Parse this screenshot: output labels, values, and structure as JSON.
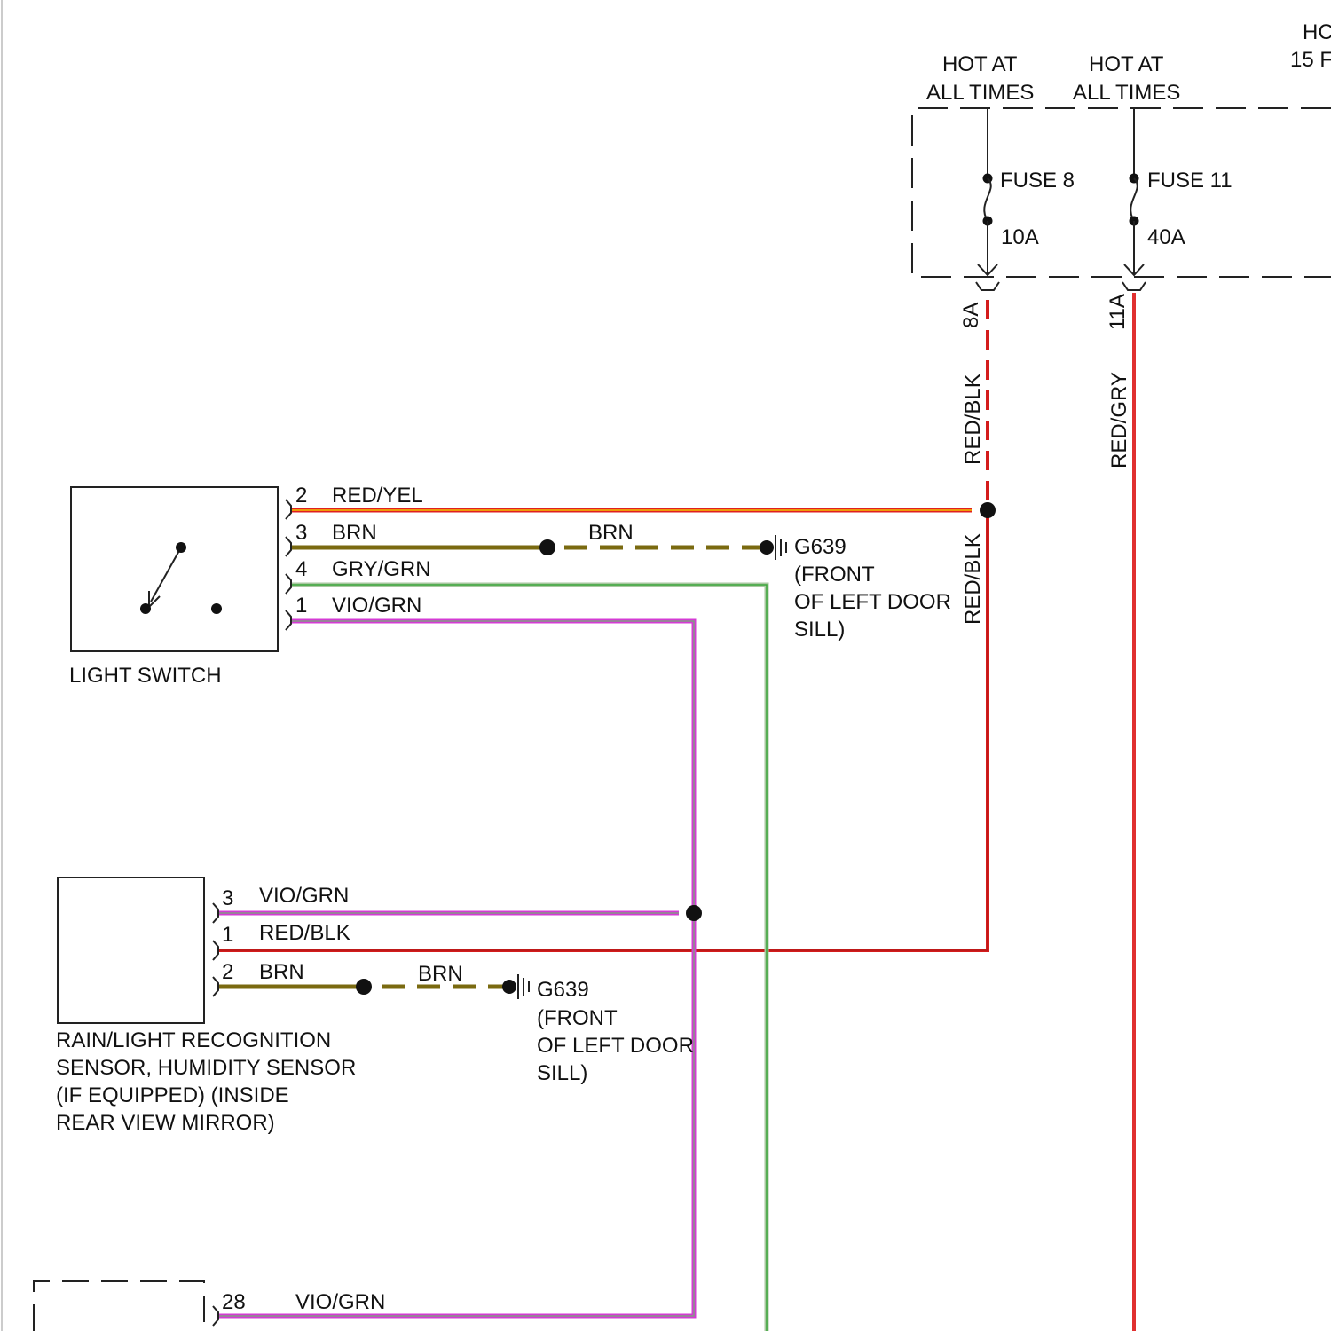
{
  "power": {
    "hot1_line1": "HOT AT",
    "hot1_line2": "ALL TIMES",
    "hot2_line1": "HOT AT",
    "hot2_line2": "ALL TIMES",
    "hot3_line1": "HC",
    "hot3_line2": "15 F",
    "fuse8_label": "FUSE 8",
    "fuse8_rating": "10A",
    "fuse11_label": "FUSE 11",
    "fuse11_rating": "40A",
    "fuse8_terminal": "8A",
    "fuse11_terminal": "11A"
  },
  "wire_colors": {
    "red_yel": "#e02020",
    "red_yel_stripe": "#f2c200",
    "brn": "#7a6a10",
    "gry_grn": "#a9c7a0",
    "gry_grn_stripe": "#3aa63a",
    "vio_grn": "#d43bd4",
    "vio_grn_stripe": "#5cc85c",
    "red_blk": "#d41c1c",
    "red_gry": "#e03030"
  },
  "light_switch": {
    "name": "LIGHT SWITCH",
    "pins": [
      {
        "pin": "2",
        "wire": "RED/YEL"
      },
      {
        "pin": "3",
        "wire": "BRN"
      },
      {
        "pin": "4",
        "wire": "GRY/GRN"
      },
      {
        "pin": "1",
        "wire": "VIO/GRN"
      }
    ]
  },
  "rain_sensor": {
    "name_line1": "RAIN/LIGHT RECOGNITION",
    "name_line2": "SENSOR, HUMIDITY SENSOR",
    "name_line3": "(IF EQUIPPED) (INSIDE",
    "name_line4": "REAR VIEW MIRROR)",
    "pins": [
      {
        "pin": "3",
        "wire": "VIO/GRN"
      },
      {
        "pin": "1",
        "wire": "RED/BLK"
      },
      {
        "pin": "2",
        "wire": "BRN"
      }
    ]
  },
  "ground_upper": {
    "wire": "BRN",
    "id": "G639",
    "loc_line1": "(FRONT",
    "loc_line2": "OF LEFT DOOR",
    "loc_line3": "SILL)"
  },
  "ground_lower": {
    "wire": "BRN",
    "id": "G639",
    "loc_line1": "(FRONT",
    "loc_line2": "OF LEFT DOOR",
    "loc_line3": "SILL)"
  },
  "vertical_labels": {
    "red_blk_upper": "RED/BLK",
    "red_blk_lower": "RED/BLK",
    "red_gry": "RED/GRY"
  },
  "bottom_module": {
    "pin": "28",
    "wire": "VIO/GRN"
  }
}
